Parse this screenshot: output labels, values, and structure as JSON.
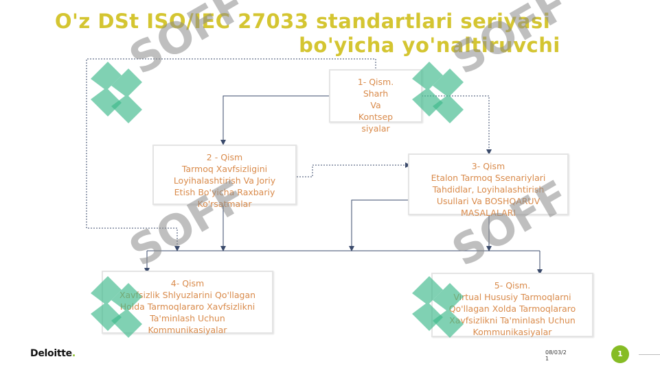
{
  "title": {
    "line1": "O'z DSt ISO/IEC 27033 standartlari seriyasi",
    "line2": "bo'yicha yo'naltiruvchi"
  },
  "boxes": {
    "part1": "1- Qism.\nSharh\nVa\nKontsep\nsiyalar",
    "part2": "2 - Qism\nTarmoq Xavfsizligini\nLoyihalashtirish Va Joriy\nEtish Bo'yicha Raxbariy\nKo'rsatmalar",
    "part3": "3- Qism\nEtalon Tarmoq Ssenariylari\nTahdidlar, Loyihalashtirish\nUsullari Va BOSHQARUV\nMASALALARI",
    "part4": "4- Qism\nXavfsizlik Shlyuzlarini Qo'llagan\nHolda Tarmoqlararo Xavfsizlikni\nTa'minlash Uchun\nKommunikasiyalar",
    "part5": "5- Qism.\nVirtual Hususiy Tarmoqlarni\nQo'llagan Xolda Tarmoqlararo\nXavfsizlikni Ta'minlash Uchun\nKommunikasiyalar"
  },
  "watermark": {
    "text": "SOFF",
    "icon": "soff-logo-icon"
  },
  "footer": {
    "logo": "Deloitte",
    "logo_dot": ".",
    "date": "08/03/2\n1",
    "page": "1"
  },
  "colors": {
    "title": "#d4c531",
    "box_text": "#d98a4a",
    "connector": "#3a4a6b",
    "watermark_icon": "#3cb98a",
    "page_badge": "#86bc25"
  }
}
